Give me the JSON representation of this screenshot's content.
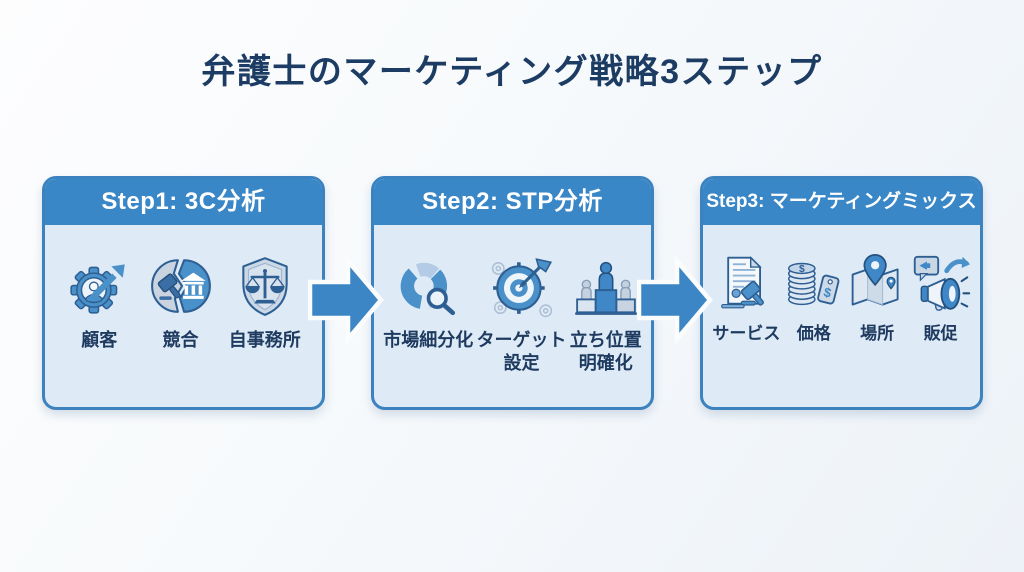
{
  "title": "弁護士のマーケティング戦略3ステップ",
  "colors": {
    "accent_blue": "#3a87c7",
    "card_border": "#3c82bf",
    "card_body_bg": "#deebf7",
    "title_text": "#1c3c63",
    "label_text": "#1e3a5f",
    "header_text": "#ffffff",
    "arrow_fill": "#3d86c6",
    "icon_mid_blue": "#4a90c9",
    "icon_light_blue": "#c9d6e3",
    "icon_outline": "#2e5f93"
  },
  "steps": [
    {
      "header": "Step1: 3C分析",
      "items": [
        {
          "label": "顧客",
          "icon": "customer-gear-growth-icon"
        },
        {
          "label": "競合",
          "icon": "competition-split-circle-icon"
        },
        {
          "label": "自事務所",
          "icon": "own-office-shield-scales-icon"
        }
      ]
    },
    {
      "header": "Step2: STP分析",
      "items": [
        {
          "label": "市場細分化",
          "icon": "market-segmentation-donut-icon"
        },
        {
          "label": "ターゲット\n設定",
          "icon": "target-dart-icon"
        },
        {
          "label": "立ち位置\n明確化",
          "icon": "positioning-podium-icon"
        }
      ]
    },
    {
      "header": "Step3: マーケティングミックス",
      "items": [
        {
          "label": "サービス",
          "icon": "service-document-gavel-icon"
        },
        {
          "label": "価格",
          "icon": "price-coins-tag-icon"
        },
        {
          "label": "場所",
          "icon": "place-map-pin-icon"
        },
        {
          "label": "販促",
          "icon": "promotion-megaphone-icon"
        }
      ]
    }
  ]
}
